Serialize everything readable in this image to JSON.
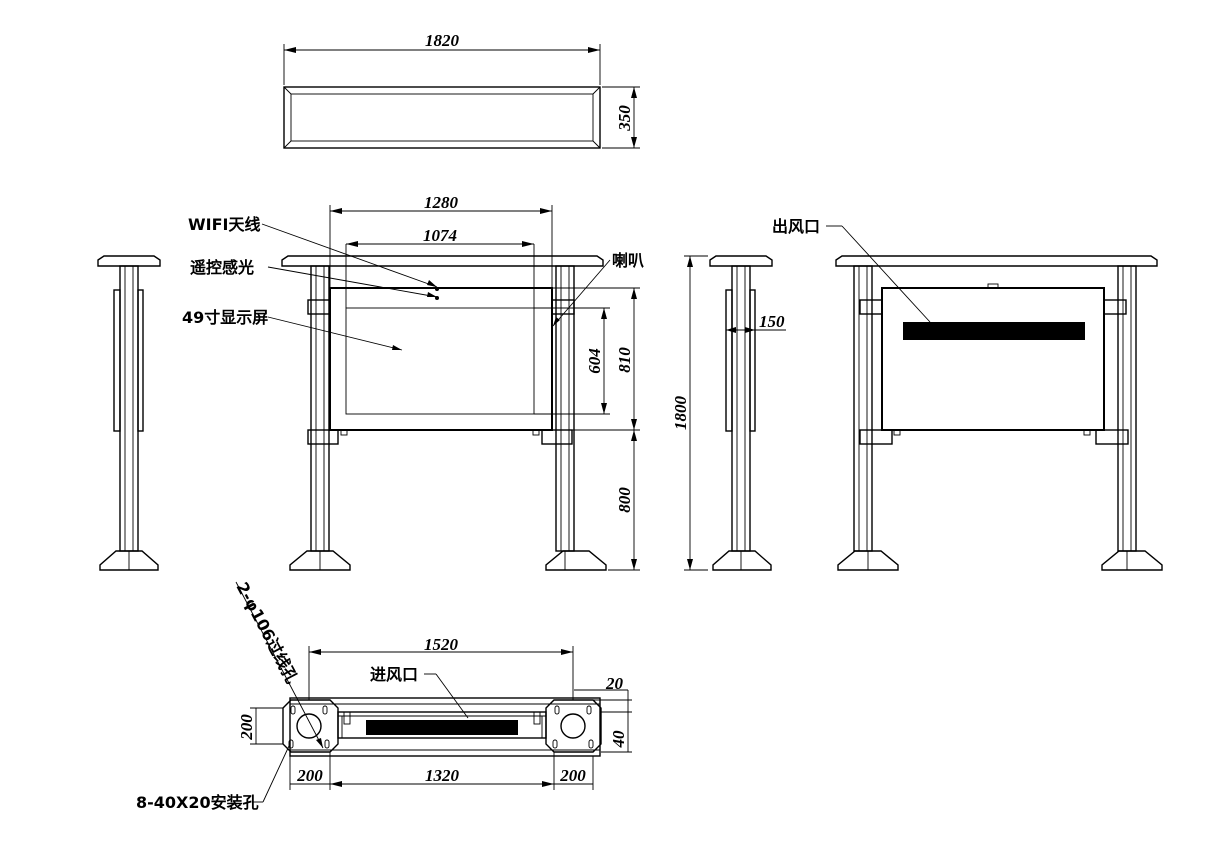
{
  "dimensions": {
    "top_width": "1820",
    "top_depth": "350",
    "front_frame_width": "1280",
    "screen_width": "1074",
    "screen_height": "604",
    "frame_height": "810",
    "base_height": "800",
    "total_height": "1800",
    "side_depth": "150",
    "base_outer_width": "1520",
    "base_inner_width": "1320",
    "foot_left": "200",
    "foot_right": "200",
    "foot_depth": "200",
    "offset_top": "20",
    "offset_side": "40"
  },
  "labels": {
    "wifi": "WIFI天线",
    "remote": "遥控感光",
    "screen": "49寸显示屏",
    "speaker": "喇叭",
    "outlet": "出风口",
    "inlet": "进风口",
    "cable_hole": "2-φ106过线孔",
    "mount_holes": "8-40X20安装孔"
  }
}
